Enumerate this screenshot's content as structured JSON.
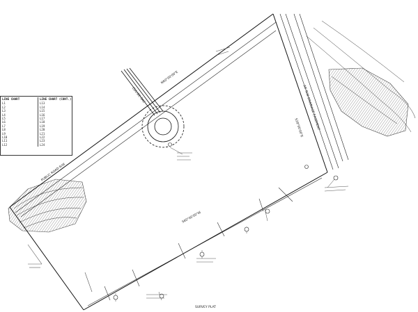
{
  "line_chart_1": {
    "title": "LINE CHART",
    "rows": [
      "L1",
      "L2",
      "L3",
      "L4",
      "L5",
      "L6",
      "L7",
      "L8",
      "L9",
      "L10",
      "L11",
      "L12"
    ]
  },
  "line_chart_2": {
    "title": "LINE CHART (CONT.)",
    "rows": [
      "L13",
      "L14",
      "L15",
      "L16",
      "L17",
      "L18",
      "L19",
      "L20",
      "L21",
      "L22",
      "L23",
      "L24"
    ]
  },
  "labels": {
    "north_boundary": "N60°00'00\"E",
    "east_boundary": "S28°00'00\"E",
    "south_boundary": "S60°00'00\"W",
    "easement": "20' R/W DRAINAGE EASEMENT",
    "road": "PUBLIC ROAD R/W",
    "culdesac": "CUL-DE-SAC",
    "footer": "SURVEY PLAT"
  }
}
